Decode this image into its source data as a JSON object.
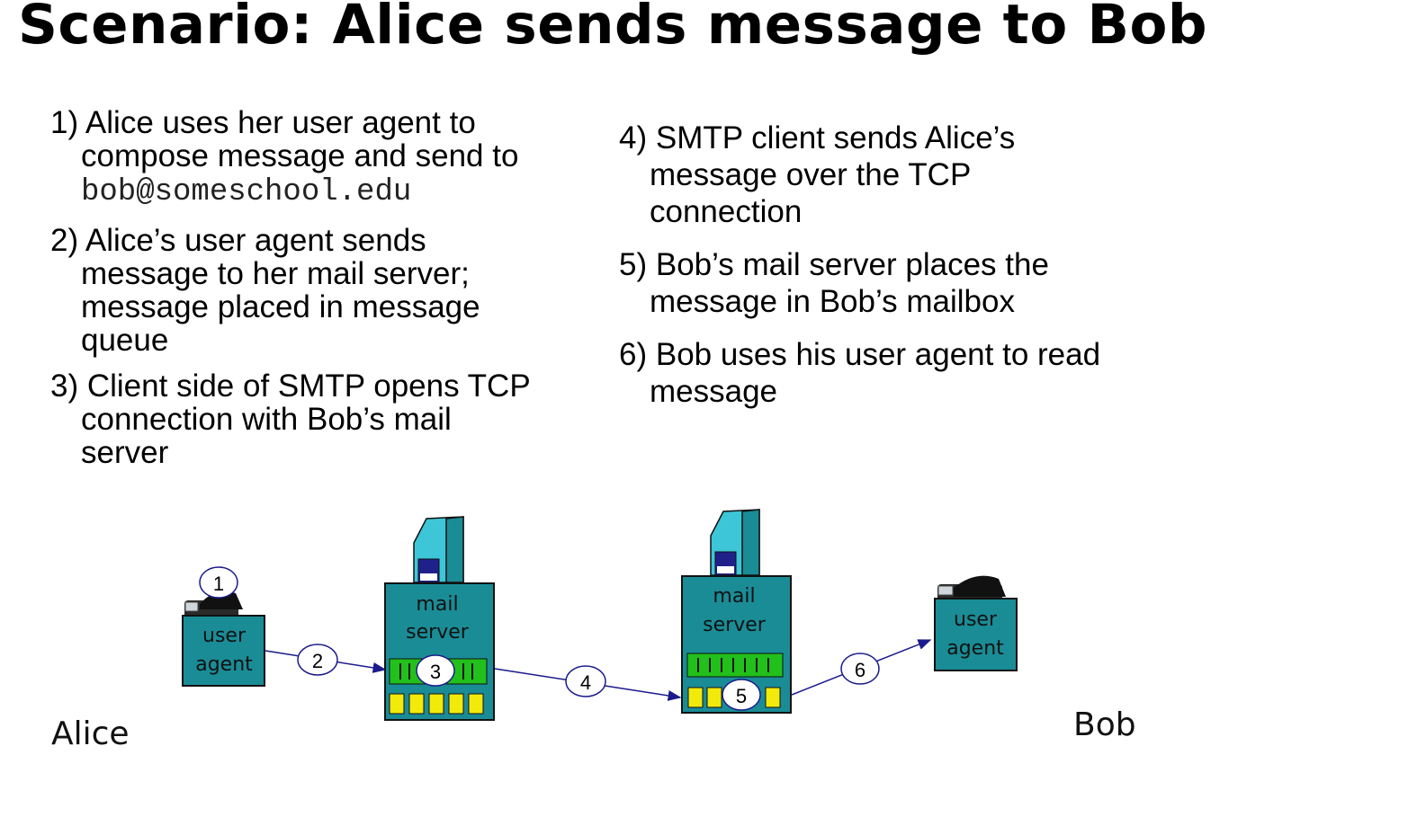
{
  "title": "Scenario: Alice sends message to Bob",
  "steps_left": [
    {
      "num": "1)",
      "first": "Alice uses her user agent to",
      "rest": "compose message and send to",
      "mono": "bob@someschool.edu"
    },
    {
      "num": "2)",
      "first": "Alice’s user agent sends",
      "rest": "message to her mail server; message placed in message queue"
    },
    {
      "num": "3)",
      "first": "Client side of SMTP opens TCP",
      "rest": "connection with Bob’s mail server"
    }
  ],
  "steps_right": [
    {
      "num": "4)",
      "first": "SMTP client sends Alice’s",
      "rest": "message over the TCP connection"
    },
    {
      "num": "5)",
      "first": "Bob’s mail server places the",
      "rest": "message in Bob’s mailbox"
    },
    {
      "num": "6)",
      "first": "Bob uses his user agent to read",
      "rest": "message"
    }
  ],
  "diagram": {
    "alice_label": "Alice",
    "bob_label": "Bob",
    "alice_agent": [
      "user",
      "agent"
    ],
    "bob_agent": [
      "user",
      "agent"
    ],
    "alice_server": [
      "mail",
      "server"
    ],
    "bob_server": [
      "mail",
      "server"
    ],
    "step_markers": [
      "1",
      "2",
      "3",
      "4",
      "5",
      "6"
    ],
    "colors": {
      "box": "#1a8c96",
      "server_top": "#3cc6d8",
      "queue_green": "#22c01a",
      "mailbox_yellow": "#f2ea0a",
      "arrow": "#1b1b8c"
    }
  }
}
